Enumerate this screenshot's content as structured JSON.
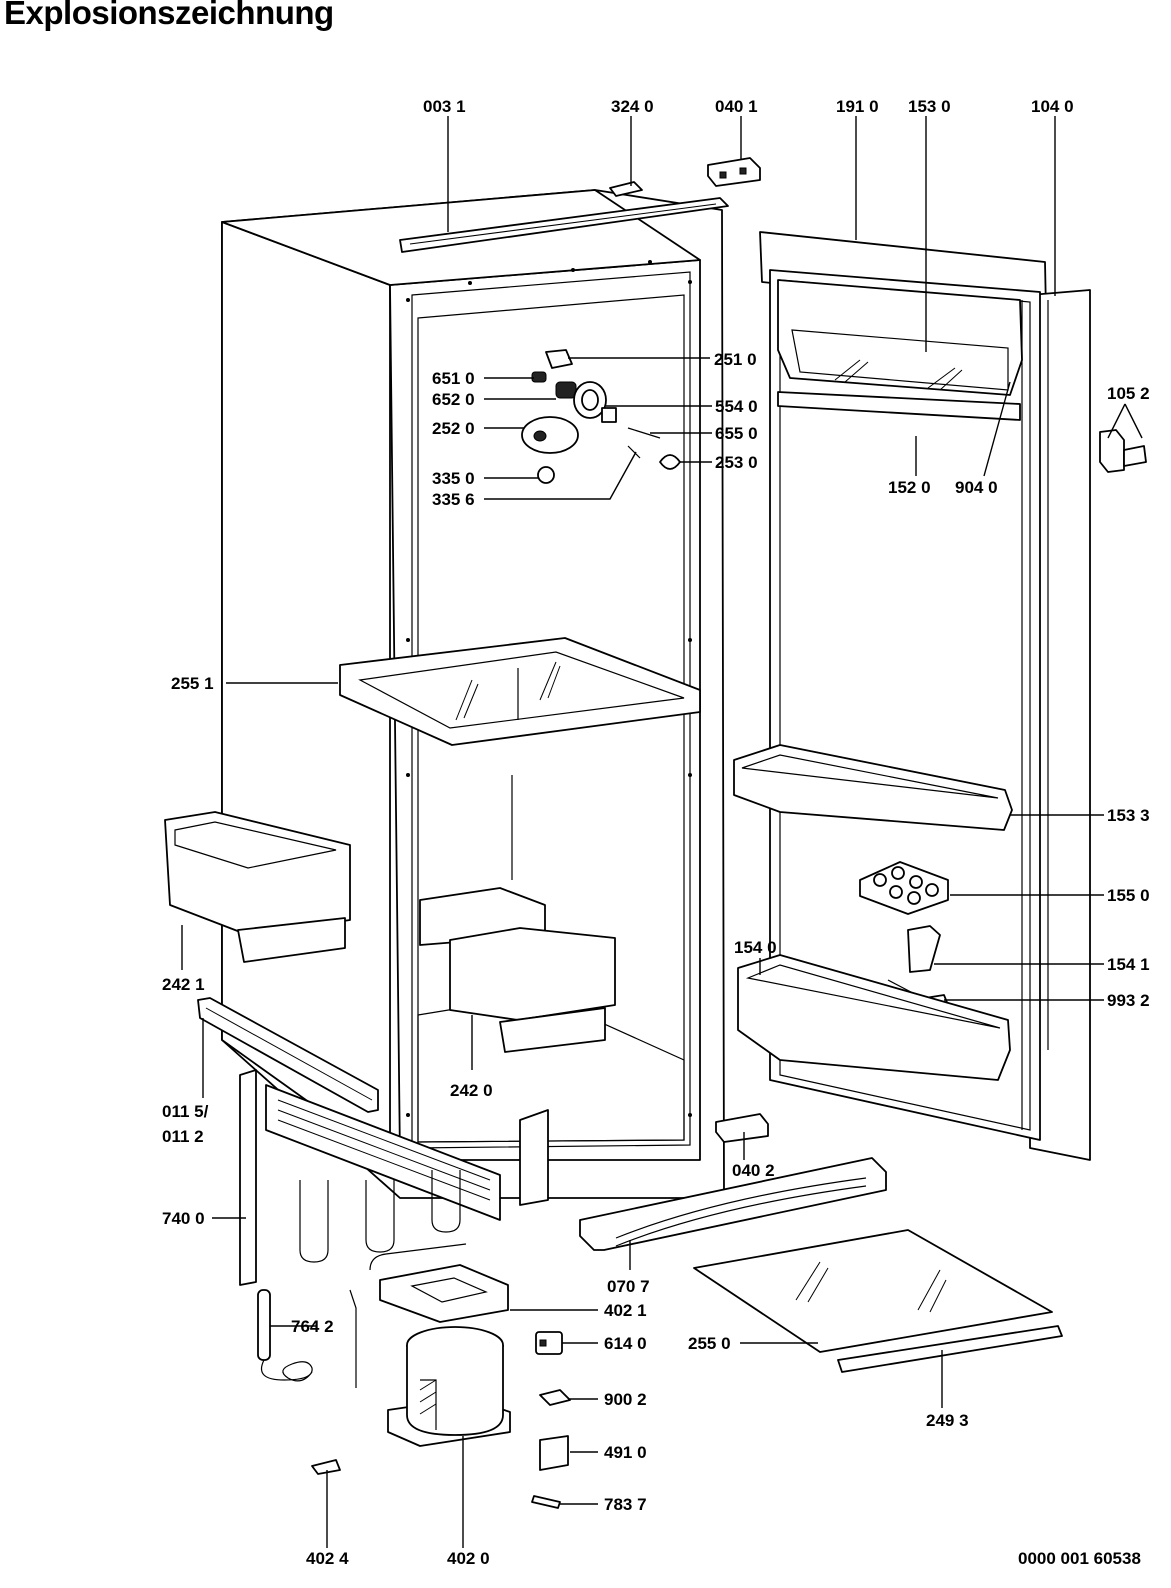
{
  "title": "Explosionszeichnung",
  "document_number": "0000 001 60538",
  "part_labels": {
    "p0031": "003 1",
    "p3240": "324 0",
    "p0401": "040 1",
    "p1910": "191 0",
    "p1530": "153 0",
    "p1040": "104 0",
    "p2510": "251 0",
    "p6510": "651 0",
    "p6520": "652 0",
    "p5540": "554 0",
    "p2520": "252 0",
    "p6550": "655 0",
    "p2530": "253 0",
    "p3350": "335 0",
    "p3356": "335 6",
    "p1520": "152 0",
    "p9040": "904 0",
    "p1052": "105 2",
    "p2551": "255 1",
    "p1533": "153 3",
    "p1550": "155 0",
    "p1540": "154 0",
    "p1541": "154 1",
    "p9932": "993 2",
    "p2421": "242 1",
    "p2420": "242 0",
    "p0115": "011 5/",
    "p0112": "011 2",
    "p0402": "040 2",
    "p7400": "740 0",
    "p0707": "070 7",
    "p4021": "402 1",
    "p7642": "764 2",
    "p6140": "614 0",
    "p2550": "255 0",
    "p9002": "900 2",
    "p2493": "249 3",
    "p4910": "491 0",
    "p7837": "783 7",
    "p4024": "402 4",
    "p4020": "402 0"
  }
}
